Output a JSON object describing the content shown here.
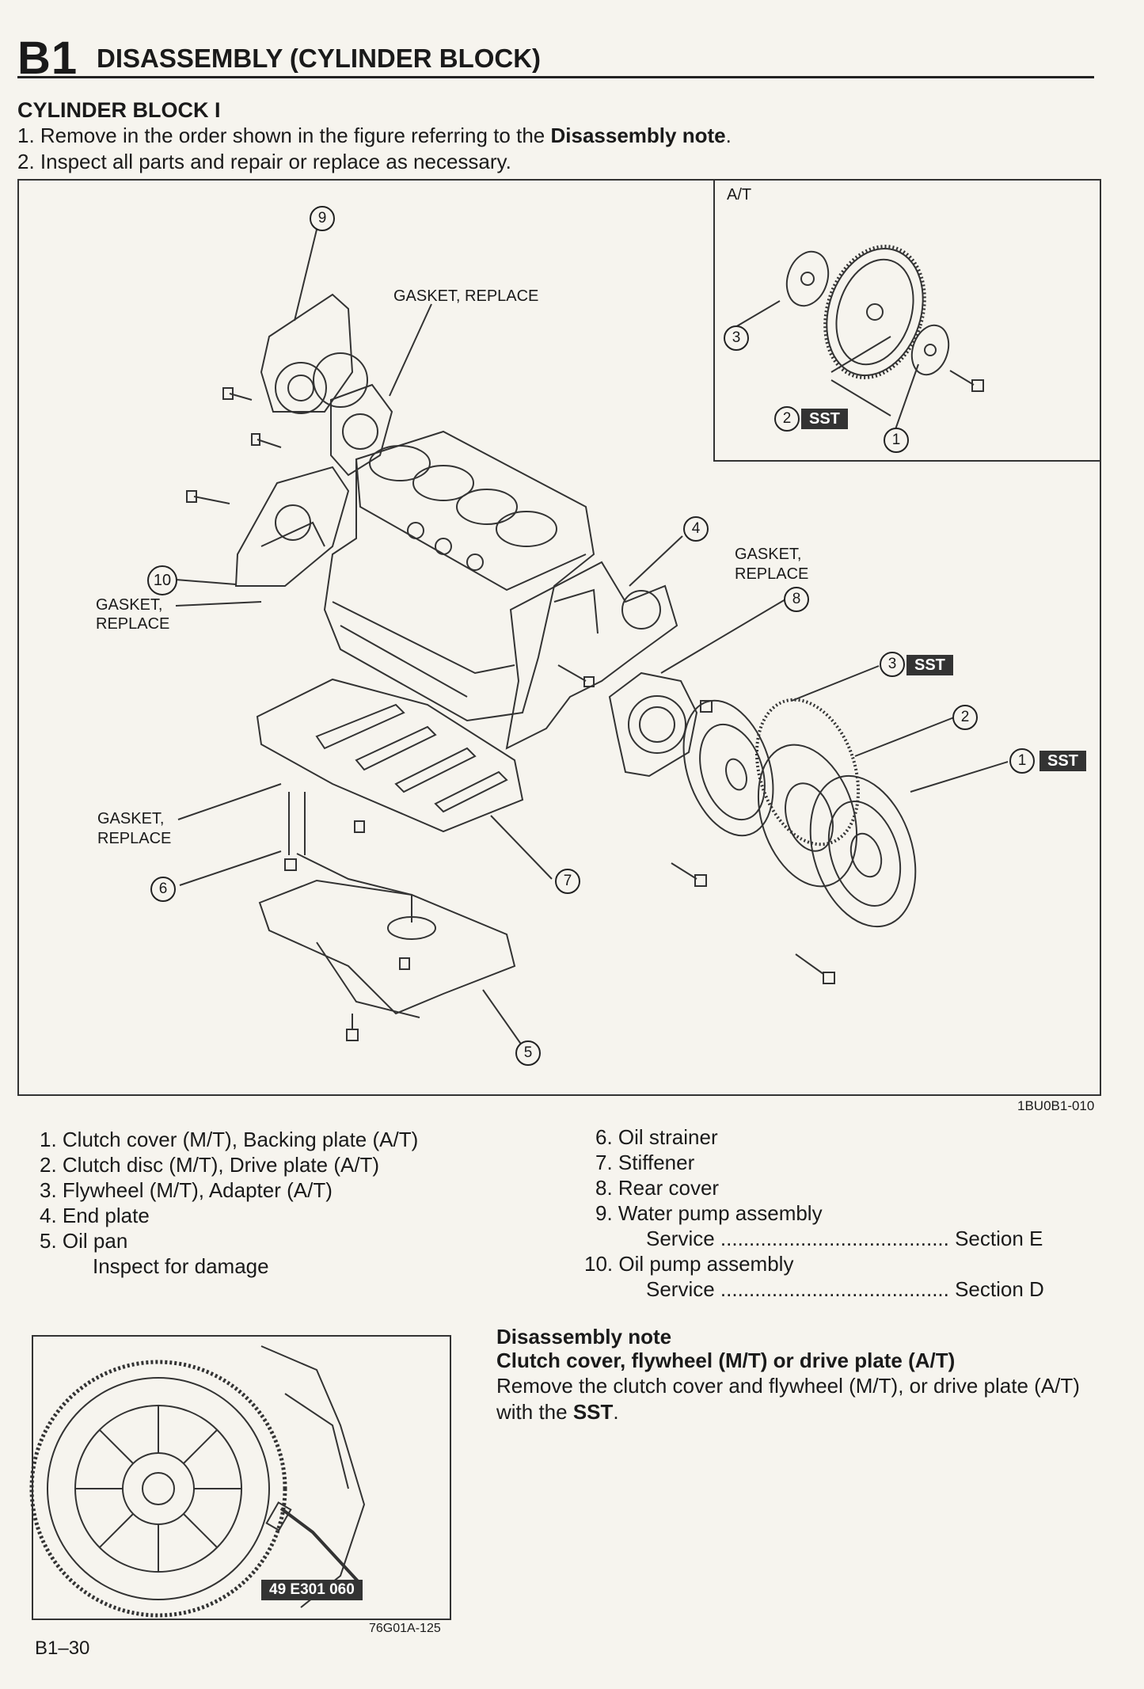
{
  "header": {
    "section_code": "B1",
    "section_title": "DISASSEMBLY (CYLINDER BLOCK)"
  },
  "subheading": "CYLINDER BLOCK I",
  "steps": [
    {
      "text_a": "1. Remove in the order shown in the figure referring to the ",
      "bold": "Disassembly note",
      "text_b": "."
    },
    {
      "text": "2. Inspect all parts and repair or replace as necessary."
    }
  ],
  "figure": {
    "inset_label": "A/T",
    "gasket_replace_top": "GASKET, REPLACE",
    "gasket_replace_left_line1": "GASKET,",
    "gasket_replace_left_line2": "REPLACE",
    "gasket_replace_right_line1": "GASKET,",
    "gasket_replace_right_line2": "REPLACE",
    "gasket_replace_bottom_line1": "GASKET,",
    "gasket_replace_bottom_line2": "REPLACE",
    "sst": "SST",
    "callouts": {
      "c1": "1",
      "c2": "2",
      "c3": "3",
      "c4": "4",
      "c5": "5",
      "c6": "6",
      "c7": "7",
      "c8": "8",
      "c9": "9",
      "c10": "10"
    },
    "figure_code": "1BU0B1-010"
  },
  "legend_left": [
    "1. Clutch cover (M/T), Backing plate (A/T)",
    "2. Clutch disc (M/T), Drive plate (A/T)",
    "3. Flywheel (M/T), Adapter (A/T)",
    "4. End plate",
    "5. Oil pan",
    "Inspect for damage"
  ],
  "legend_right": [
    "6. Oil strainer",
    "7. Stiffener",
    "8. Rear cover",
    "9. Water pump assembly",
    "Service ........................................ Section E",
    "10. Oil pump assembly",
    "Service ........................................ Section D"
  ],
  "disassembly_note": {
    "title": "Disassembly note",
    "subtitle": "Clutch cover, flywheel (M/T) or drive plate (A/T)",
    "body_a": "Remove the clutch cover and flywheel (M/T), or drive plate (A/T) with the ",
    "body_bold": "SST",
    "body_b": "."
  },
  "small_figure": {
    "tool_number": "49 E301 060",
    "figure_code": "76G01A-125"
  },
  "page_number": "B1–30"
}
